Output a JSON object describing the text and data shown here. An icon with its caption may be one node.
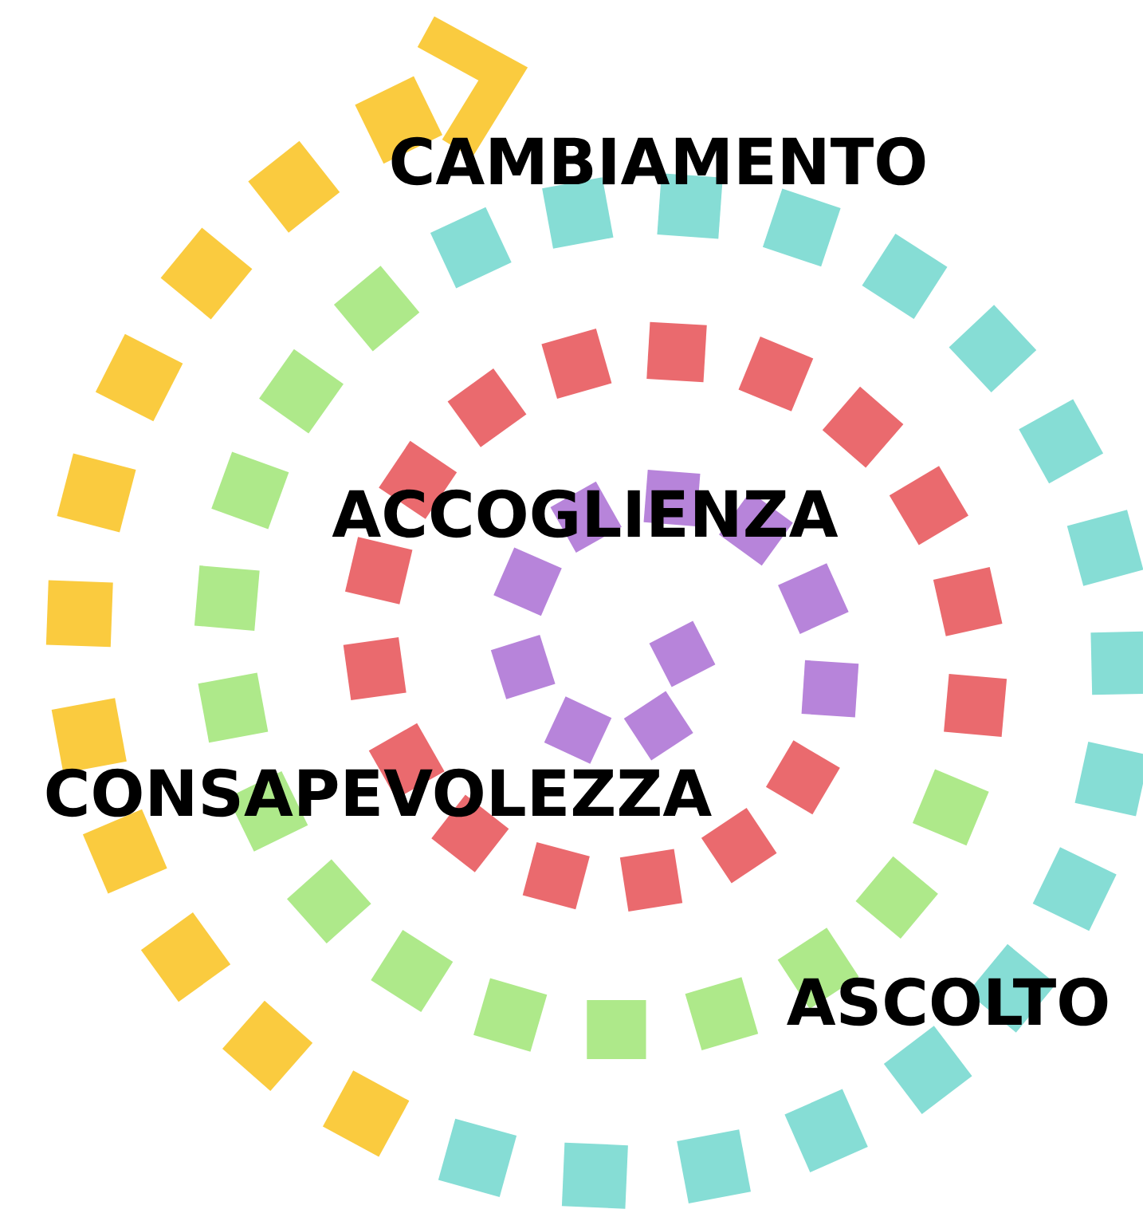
{
  "diagram": {
    "labels": [
      "CAMBIAMENTO",
      "ACCOGLIENZA",
      "CONSAPEVOLEZZA",
      "ASCOLTO"
    ]
  }
}
